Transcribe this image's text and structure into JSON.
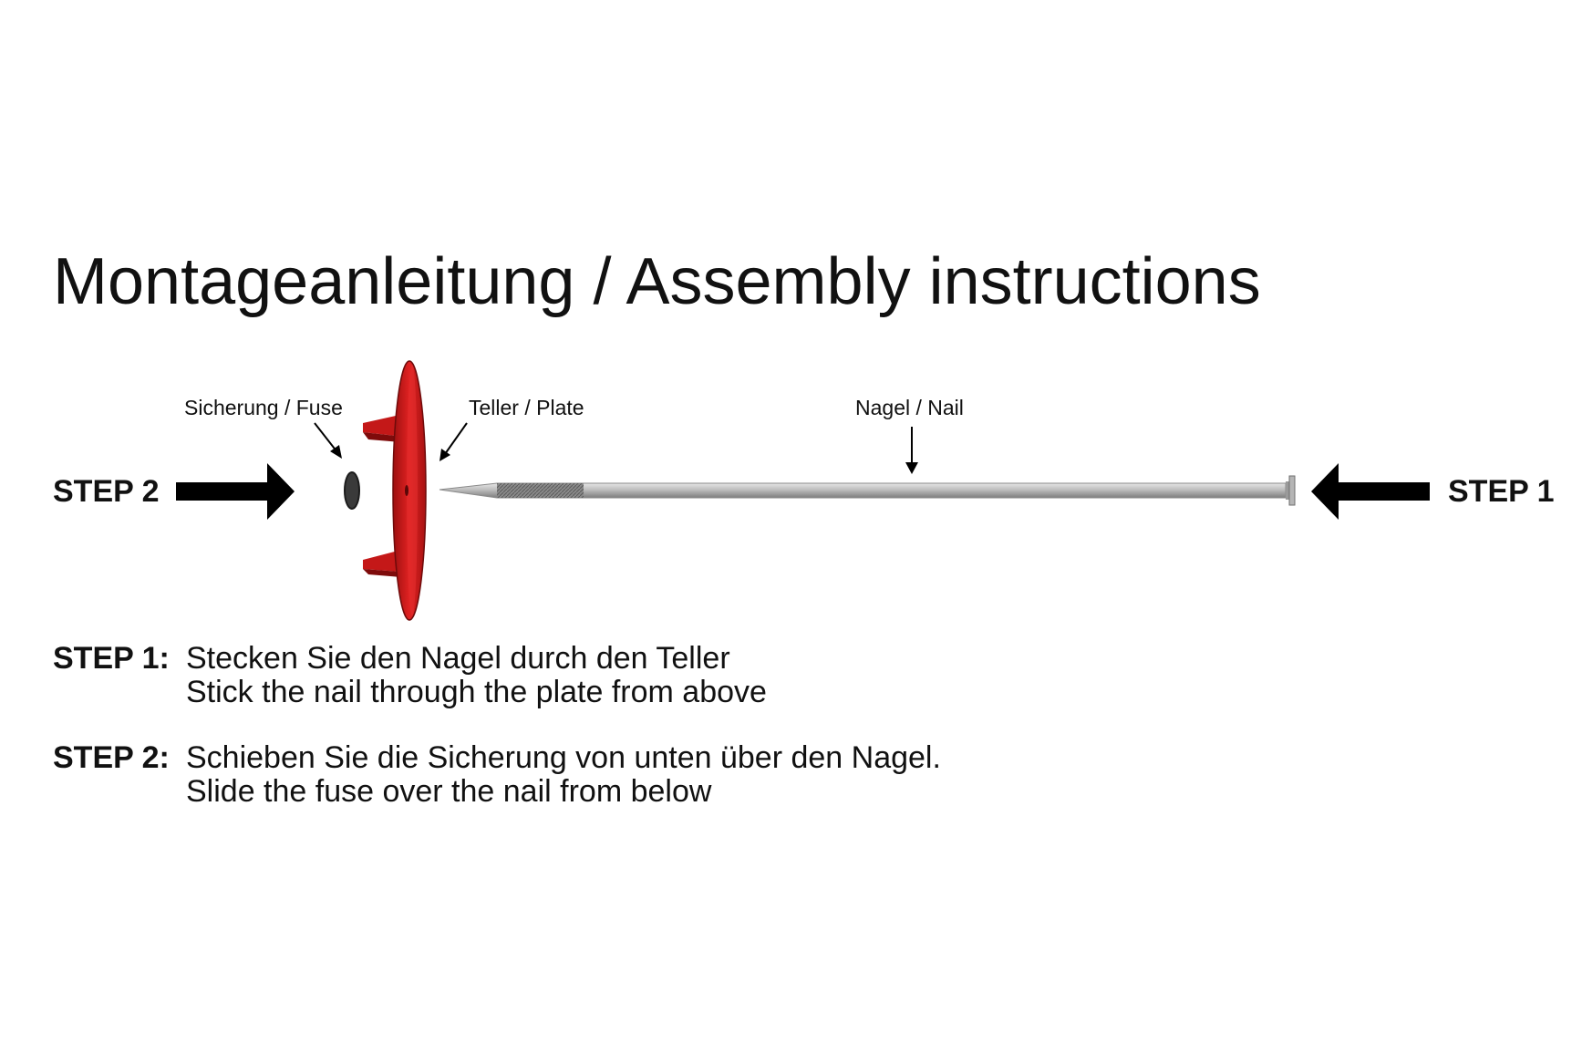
{
  "title": "Montageanleitung / Assembly instructions",
  "labels": {
    "fuse": "Sicherung / Fuse",
    "plate": "Teller / Plate",
    "nail": "Nagel / Nail",
    "step2_arrow": "STEP 2",
    "step1_arrow": "STEP 1"
  },
  "steps": [
    {
      "head": "STEP 1:",
      "line_de": "Stecken Sie den Nagel durch den Teller",
      "line_en": "Stick the nail through the plate from above"
    },
    {
      "head": "STEP 2:",
      "line_de": "Schieben Sie die Sicherung von unten über den Nagel.",
      "line_en": "Slide the fuse over the nail from below"
    }
  ],
  "colors": {
    "plate": "#d11a1a",
    "plate_dark": "#8e0d0d",
    "nail": "#b9b9b9",
    "arrow": "#000000"
  },
  "icons": {
    "step_arrow": "thick-arrow-icon",
    "pointer": "thin-arrow-icon"
  }
}
